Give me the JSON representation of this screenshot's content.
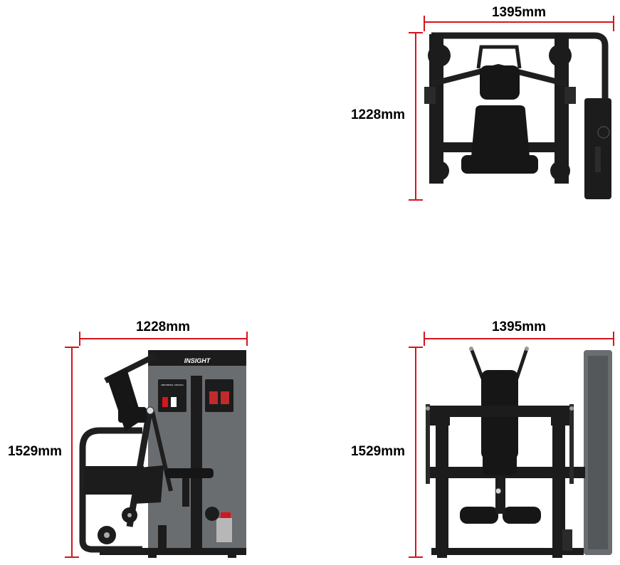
{
  "top_view": {
    "width_label": "1395mm",
    "depth_label": "1228mm"
  },
  "side_view": {
    "depth_label": "1228mm",
    "height_label": "1529mm"
  },
  "front_view": {
    "width_label": "1395mm",
    "height_label": "1529mm"
  },
  "placard": {
    "brand": "INSIGHT",
    "exercise_title": "ABDOMINAL CRUNCH"
  },
  "colors": {
    "dimension_line": "#d6151c",
    "frame": "#1c1c1c",
    "shroud": "#6a6d70",
    "pad": "#161616"
  }
}
